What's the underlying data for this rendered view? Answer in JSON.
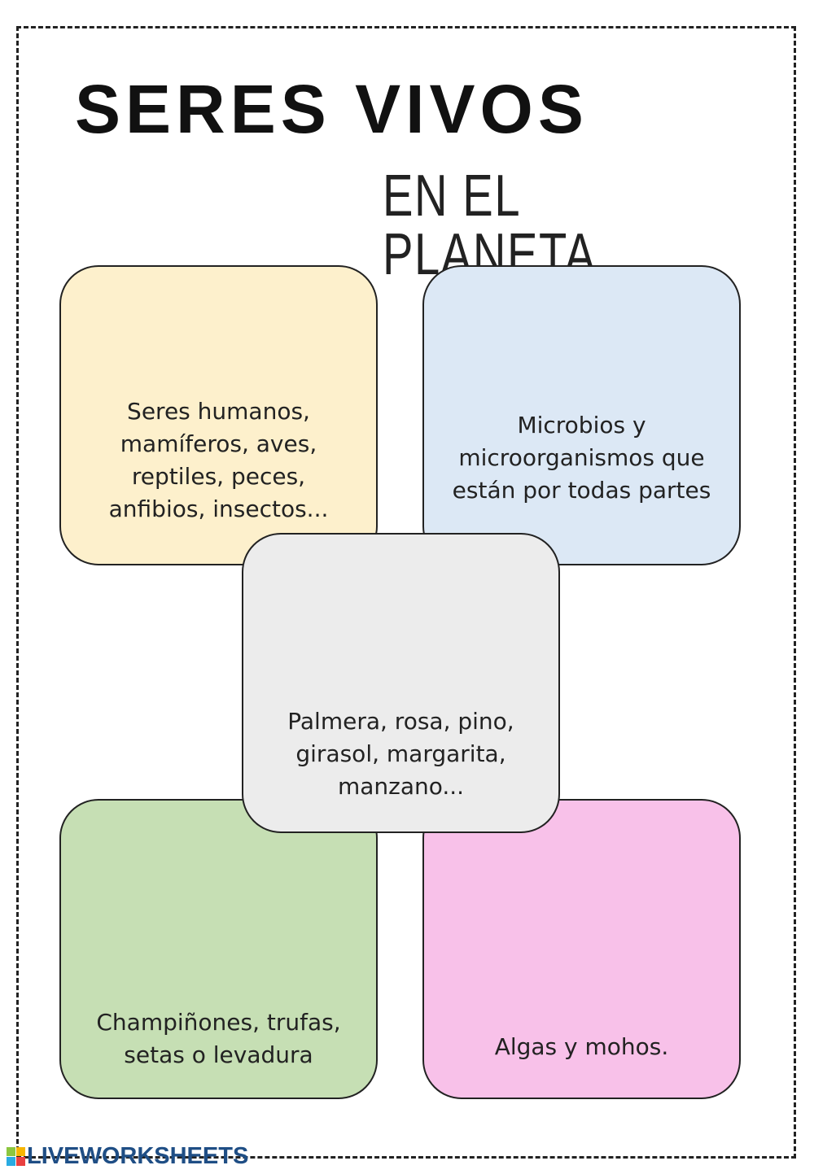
{
  "title": "SERES VIVOS",
  "subtitle": "EN EL PLANETA",
  "boxes": [
    {
      "text": "Seres humanos, mamíferos, aves, reptiles, peces, anfibios, insectos...",
      "color": "#fdf0cc"
    },
    {
      "text": "Microbios y microorganismos que están por todas partes",
      "color": "#dce8f5"
    },
    {
      "text": "Palmera, rosa, pino, girasol, margarita, manzano...",
      "color": "#ececec"
    },
    {
      "text": "Champiñones, trufas, setas o levadura",
      "color": "#c6dfb4"
    },
    {
      "text": "Algas y mohos.",
      "color": "#f8c1e9"
    }
  ],
  "logo": "LIVEWORKSHEETS"
}
